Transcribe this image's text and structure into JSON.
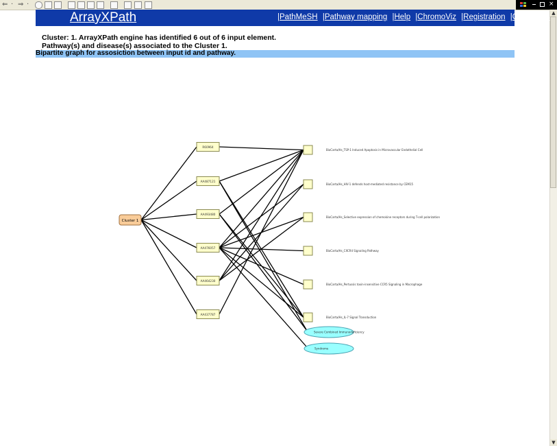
{
  "header": {
    "logo": "ArrayXPath",
    "nav": [
      {
        "label": "PathMeSH"
      },
      {
        "label": "Pathway mapping"
      },
      {
        "label": "Help"
      },
      {
        "label": "ChromoViz"
      },
      {
        "label": "Registration"
      },
      {
        "label": "Contact us"
      }
    ]
  },
  "info": {
    "line1": "Cluster: 1. ArrayXPath engine has identified 6 out of 6 input element.",
    "line2": "Pathway(s) and disease(s) associated to the Cluster 1.",
    "section_title": "Bipartite graph for assosiction between input id and pathway."
  },
  "graph": {
    "cluster_label": "Cluster 1",
    "inputs": [
      "R60964",
      "AA487121",
      "AA493480",
      "AA476057",
      "AA464230",
      "AA437787"
    ],
    "pathways": [
      "BioCarta/Hs_TSP-1 Induced Apoptosis in Microvascular Endothelial Cell",
      "BioCarta/Hs_HIV-1 defends host-mediated resistance by CEM15",
      "BioCarta/Hs_Selective expression of chemokine receptors during T-cell polarization",
      "BioCarta/Hs_CXCR4 Signaling Pathway",
      "BioCarta/Hs_Pertussis toxin-insensitive CCR5 Signaling in Macrophage",
      "BioCarta/Hs_IL-7 Signal Transduction"
    ],
    "diseases": [
      "Severe Combined Immunodeficiency",
      "Syndrome"
    ],
    "colors": {
      "cluster_fill": "#f9cc99",
      "input_fill": "#ffffcc",
      "pathway_fill": "#ffffcc",
      "disease_fill": "#99ffff"
    }
  }
}
